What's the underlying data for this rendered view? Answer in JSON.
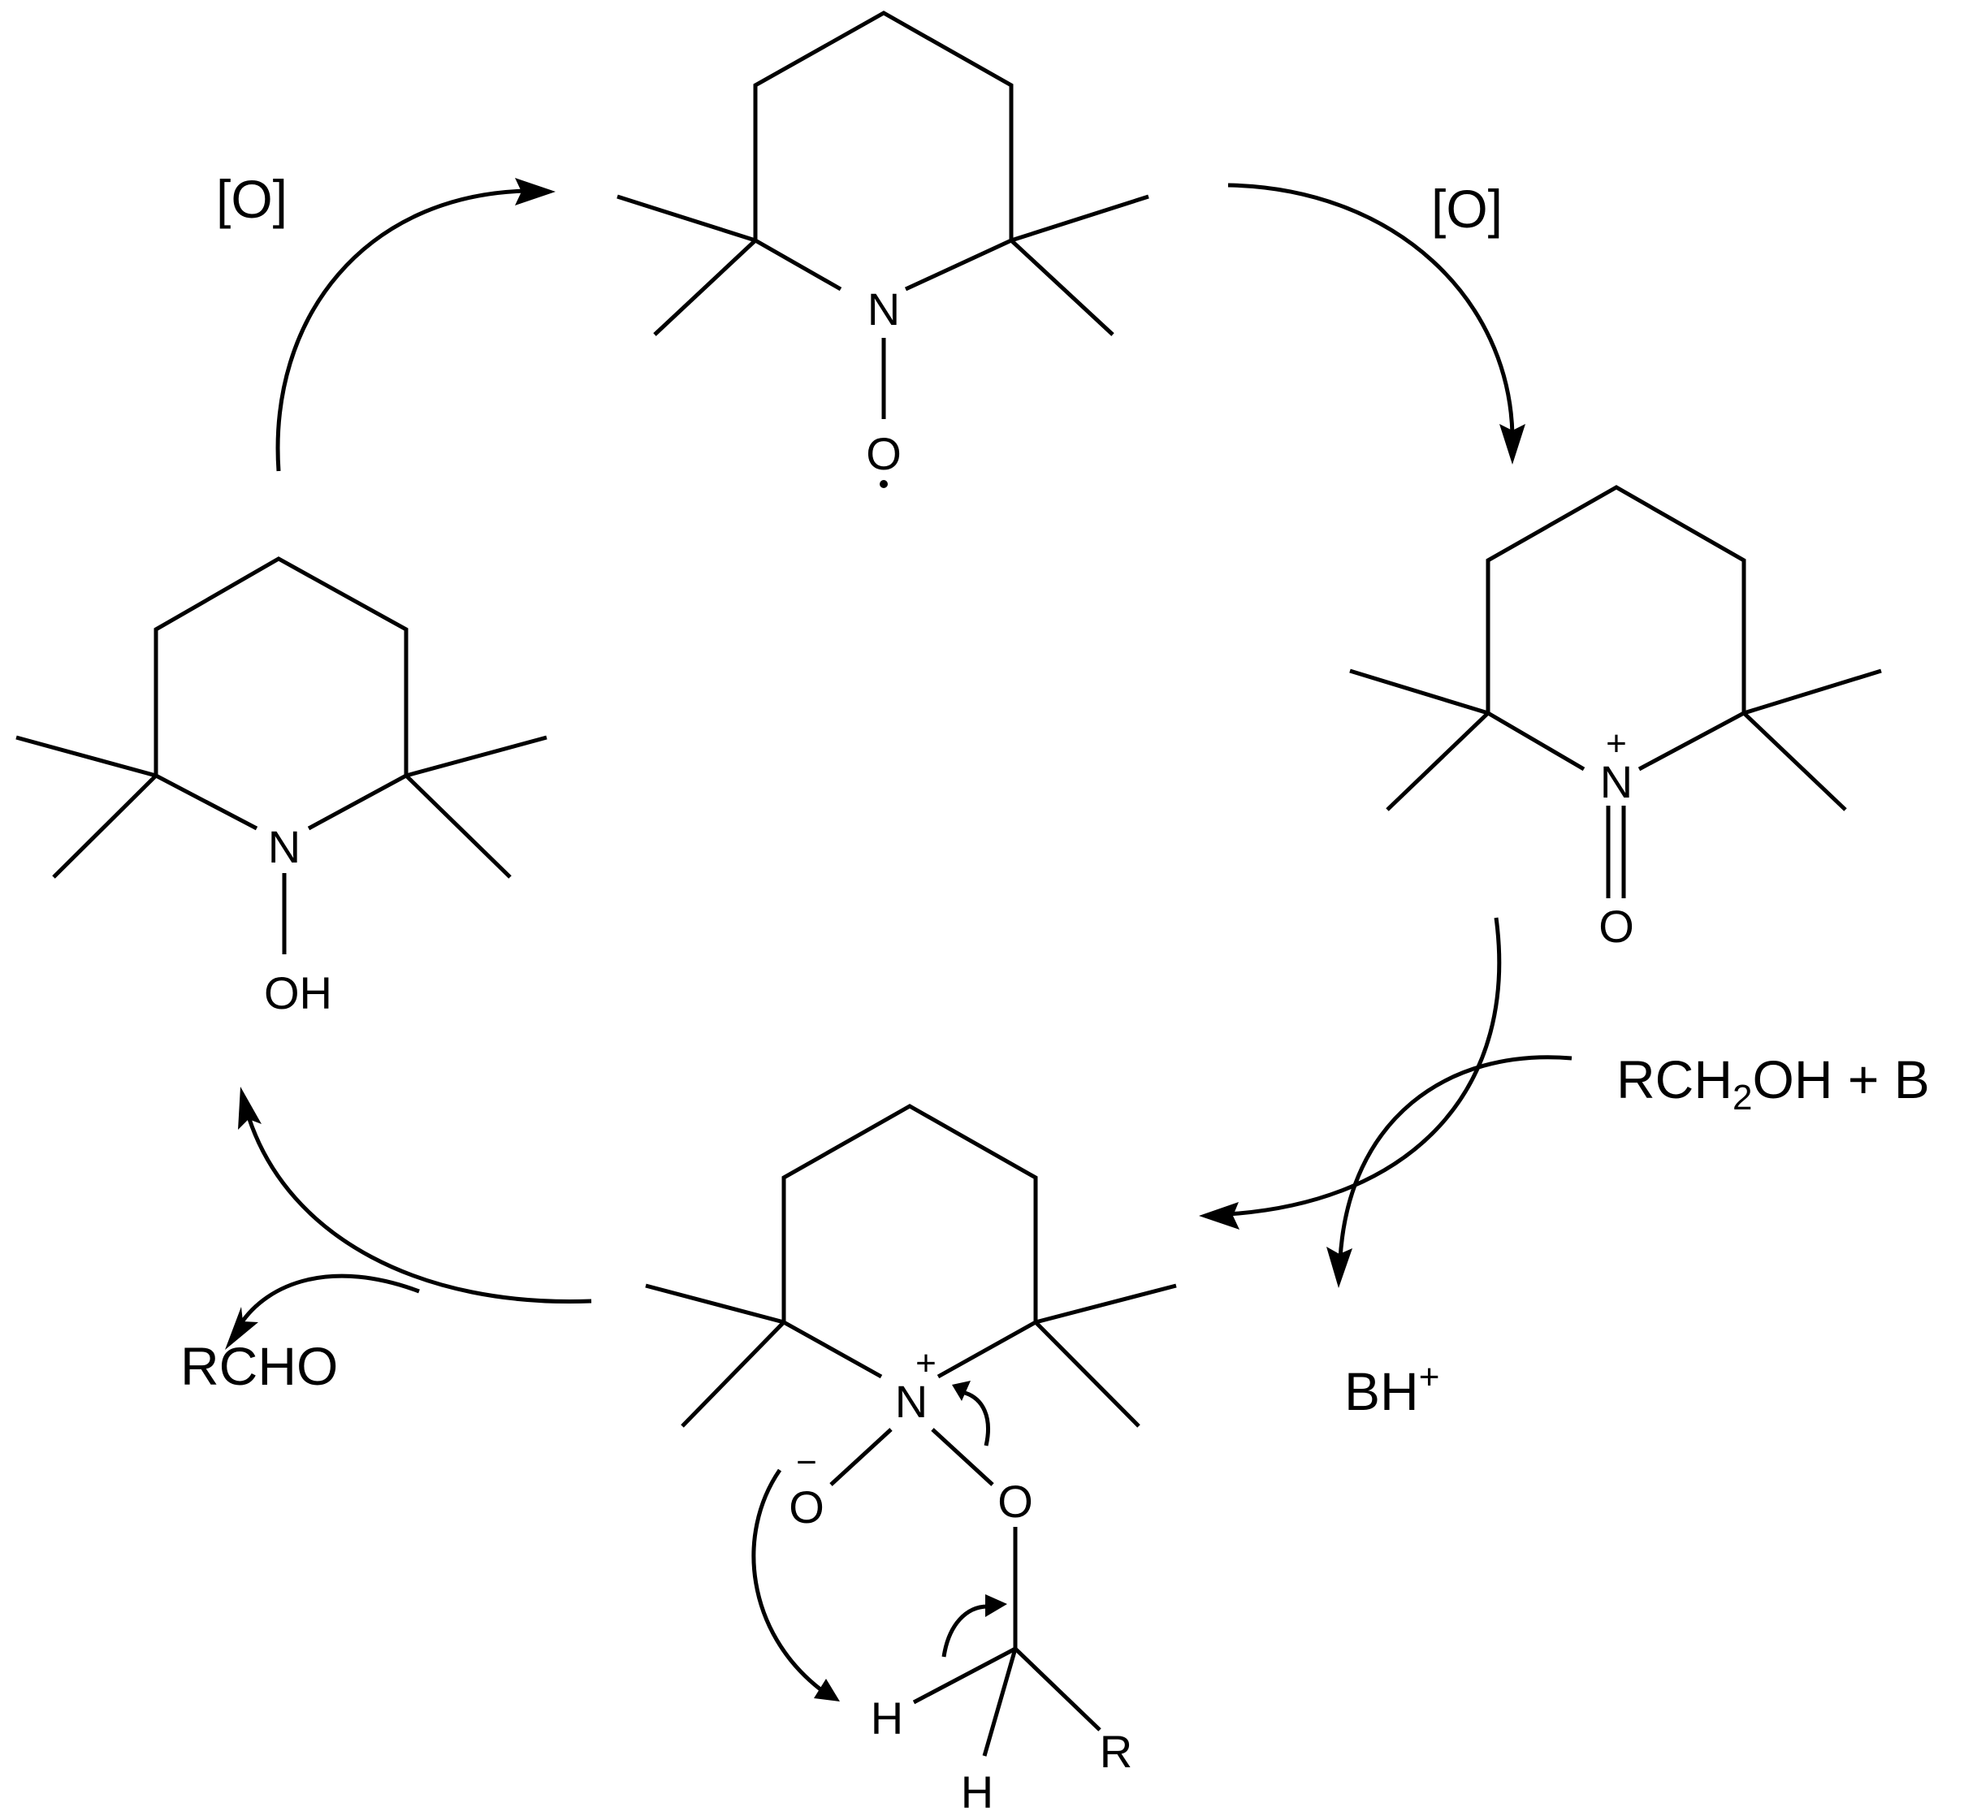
{
  "reagents": {
    "oxidant_left": "[O]",
    "oxidant_right": "[O]",
    "alcohol_prefix": "RCH",
    "alcohol_subscript": "2",
    "alcohol_suffix": "OH + B",
    "base_conjugate": "BH",
    "base_charge": "+",
    "product": "RCHO"
  },
  "atoms": {
    "nitrogen": "N",
    "oxygen": "O",
    "hydroxyl": "OH",
    "hydrogen": "H",
    "r_group": "R",
    "plus": "+",
    "minus": "−"
  }
}
